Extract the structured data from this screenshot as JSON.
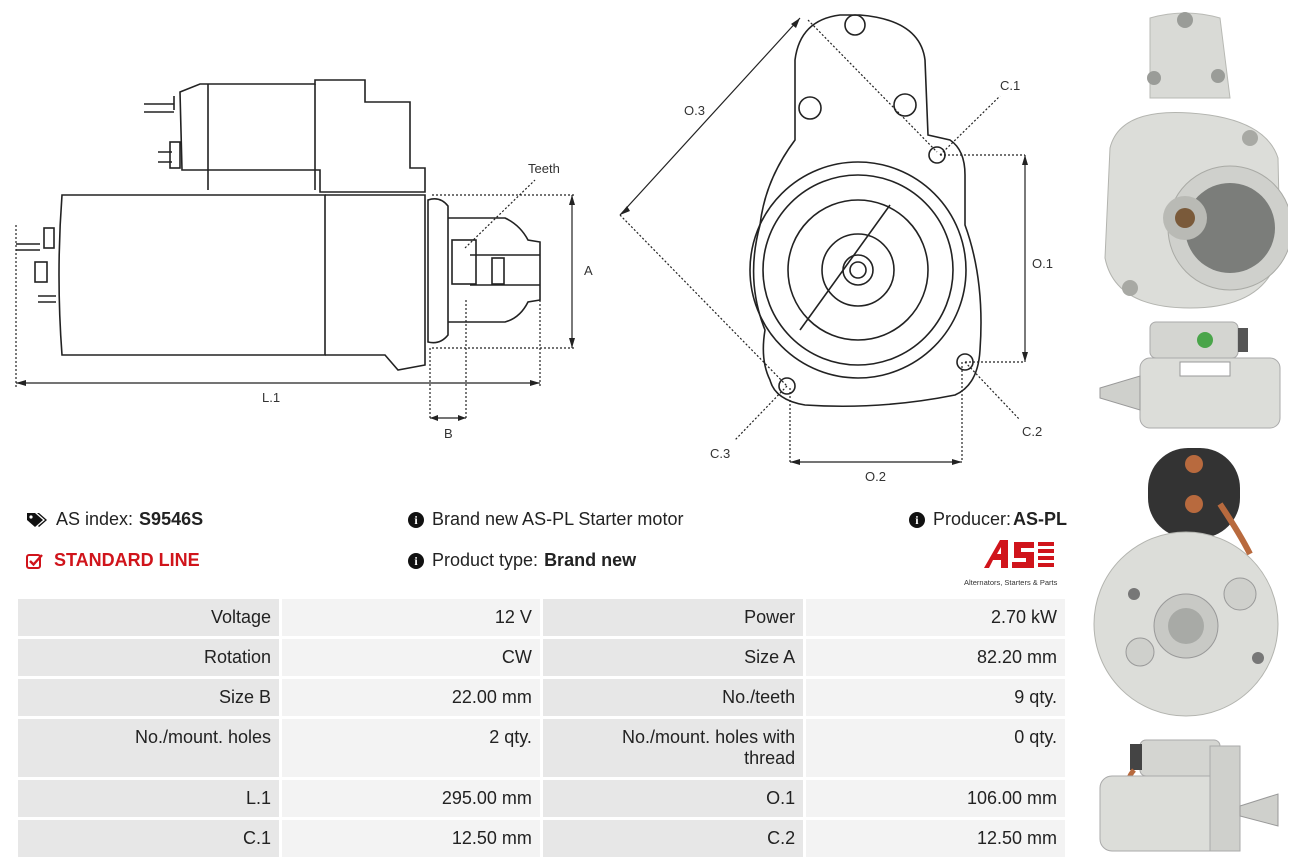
{
  "diagram": {
    "labels": {
      "teeth": "Teeth",
      "a": "A",
      "b": "B",
      "l1": "L.1",
      "o1": "O.1",
      "o2": "O.2",
      "o3": "O.3",
      "c1": "C.1",
      "c2": "C.2",
      "c3": "C.3"
    }
  },
  "info": {
    "as_index_label": "AS index:",
    "as_index_value": "S9546S",
    "standard_line": "STANDARD LINE",
    "description": "Brand new AS-PL Starter motor",
    "product_type_label": "Product type:",
    "product_type_value": "Brand new",
    "producer_label": "Producer:",
    "producer_value": "AS-PL"
  },
  "logo": {
    "text": "AS",
    "tagline": "Alternators, Starters & Parts",
    "color": "#d0141b"
  },
  "specs": [
    {
      "k1": "Voltage",
      "v1": "12 V",
      "k2": "Power",
      "v2": "2.70 kW"
    },
    {
      "k1": "Rotation",
      "v1": "CW",
      "k2": "Size A",
      "v2": "82.20 mm"
    },
    {
      "k1": "Size B",
      "v1": "22.00 mm",
      "k2": "No./teeth",
      "v2": "9 qty."
    },
    {
      "k1": "No./mount. holes",
      "v1": "2 qty.",
      "k2": "No./mount. holes with thread",
      "v2": "0 qty."
    },
    {
      "k1": "L.1",
      "v1": "295.00 mm",
      "k2": "O.1",
      "v2": "106.00 mm"
    },
    {
      "k1": "C.1",
      "v1": "12.50 mm",
      "k2": "C.2",
      "v2": "12.50 mm"
    }
  ]
}
